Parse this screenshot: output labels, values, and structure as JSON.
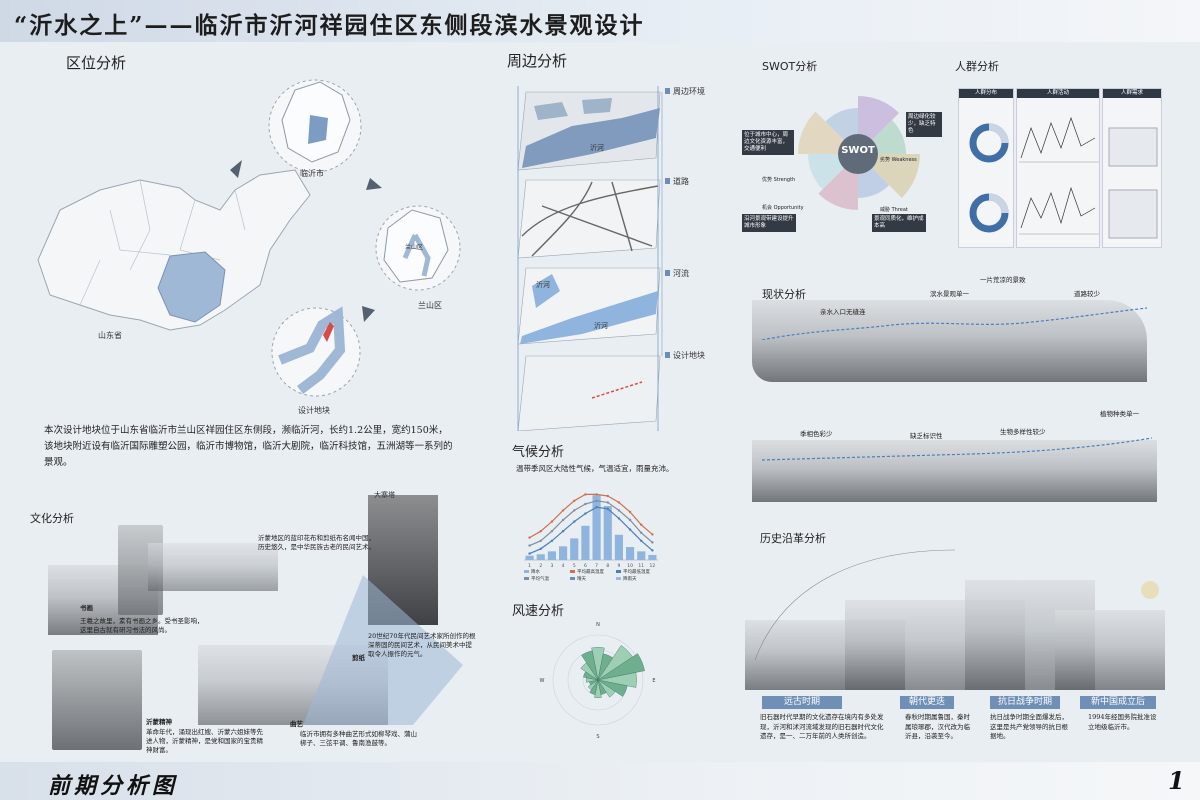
{
  "header": {
    "title": "“沂水之上”——临沂市沂河祥园住区东侧段滨水景观设计"
  },
  "footer": {
    "title": "前期分析图",
    "page": "1"
  },
  "location": {
    "heading": "区位分析",
    "labels": {
      "province": "山东省",
      "city": "临沂市",
      "district": "兰山区",
      "site": "设计地块",
      "district_inset": "兰山区"
    },
    "description": "本次设计地块位于山东省临沂市兰山区祥园住区东侧段，濒临沂河，长约1.2公里，宽约150米，该地块附近设有临沂国际雕塑公园，临沂市博物馆，临沂大剧院，临沂科技馆，五洲湖等一系列的景观。"
  },
  "surroundings": {
    "heading": "周边分析",
    "layers": [
      "周边环境",
      "道路",
      "河流",
      "设计地块"
    ],
    "map_labels": {
      "river1": "沂河",
      "river2": "沂河",
      "river3": "沂河"
    }
  },
  "climate": {
    "heading": "气候分析",
    "subtitle": "温带季风区大陆性气候，气温适宜，雨量充沛。",
    "chart_data": {
      "type": "bar",
      "categories": [
        "1",
        "2",
        "3",
        "4",
        "5",
        "6",
        "7",
        "8",
        "9",
        "10",
        "11",
        "12"
      ],
      "series": [
        {
          "name": "降水",
          "values": [
            12,
            16,
            24,
            38,
            60,
            95,
            180,
            150,
            70,
            36,
            24,
            14
          ]
        },
        {
          "name": "平均最高温度",
          "values": [
            4,
            8,
            14,
            21,
            27,
            31,
            31,
            30,
            26,
            20,
            12,
            6
          ]
        },
        {
          "name": "平均最低温度",
          "values": [
            -6,
            -3,
            2,
            8,
            14,
            19,
            23,
            22,
            16,
            9,
            2,
            -4
          ]
        },
        {
          "name": "平均气温",
          "values": [
            -1,
            2,
            8,
            15,
            21,
            25,
            27,
            26,
            21,
            15,
            7,
            1
          ]
        }
      ],
      "legend": [
        "降水",
        "平均最高温度",
        "平均最低温度",
        "平均气温",
        "晴天",
        "降雨天"
      ],
      "colors": {
        "bar": "#8fb4dd",
        "max": "#d2704d",
        "min": "#4a7fc0",
        "avg": "#7e8f9f"
      }
    }
  },
  "wind": {
    "heading": "风速分析",
    "chart_data": {
      "type": "rose",
      "directions": [
        "N",
        "NNE",
        "NE",
        "ENE",
        "E",
        "ESE",
        "SE",
        "SSE",
        "S",
        "SSW",
        "SW",
        "WSW",
        "W",
        "WNW",
        "NW",
        "NNW"
      ],
      "values": [
        22,
        18,
        28,
        32,
        26,
        20,
        14,
        10,
        12,
        10,
        8,
        6,
        8,
        10,
        14,
        20
      ]
    }
  },
  "swot": {
    "heading": "SWOT分析",
    "center": "SWOT",
    "labels": {
      "s": "优势 Strength",
      "w": "劣势 Weakness",
      "o": "机会 Opportunity",
      "t": "威胁 Threat"
    },
    "texts": {
      "s": "位于城市中心，周边文化资源丰富，交通便利",
      "w": "周边绿化较少，缺乏特色",
      "o": "沿河景观带建设提升城市形象",
      "t": "景观同质化，维护成本高"
    }
  },
  "crowd": {
    "heading": "人群分析",
    "headers": [
      "人群分布",
      "人群活动",
      "人群需求"
    ]
  },
  "status": {
    "heading": "现状分析",
    "notes_top": [
      "一片荒凉的景致",
      "道路较少",
      "滨水景观单一",
      "亲水入口无缝连"
    ],
    "notes_bottom": [
      "季相色彩少",
      "缺乏标识性",
      "生物多样性较少",
      "植物种类单一"
    ]
  },
  "culture": {
    "heading": "文化分析",
    "pagoda": "大寨塔",
    "texts": {
      "t1": "沂蒙地区的蓝印花布和剪纸布名闻中国，历史悠久，是中华民族古老的民间艺术。",
      "t2": "王羲之故里，素有书画之乡。受书圣影响，这里自古就有研习书法的风尚。",
      "t3": "20世纪70年代民间艺术家所创作的根深蒂固的民间艺术，从民间美术中提取令人振作的元气。",
      "t4": "革命年代，涌现出红嫂、沂蒙六姐妹等先进人物，沂蒙精神，是党和国家的宝贵精神财富。",
      "t5": "临沂市拥有多种曲艺形式如柳琴戏、蒲山梆子、三弦平调、鲁南渔鼓等。"
    },
    "tags": {
      "calligraphy": "书画",
      "spirit": "沂蒙精神",
      "opera": "曲艺",
      "papercut": "剪纸"
    }
  },
  "history": {
    "heading": "历史沿革分析",
    "eras": [
      {
        "name": "远古时期",
        "text": "旧石器时代早期的文化遗存在境内有多处发现，沂河和沭河流域发现的旧石器时代文化遗存，是一、二万年前的人类所创造。"
      },
      {
        "name": "朝代更迭",
        "text": "春秋时期属鲁国，秦时属琅琊郡，汉代改为临沂县，沿袭至今。"
      },
      {
        "name": "抗日战争时期",
        "text": "抗日战争时期全面爆发后，这里是共产党领导的抗日根据地。"
      },
      {
        "name": "新中国成立后",
        "text": "1994年经国务院批准设立地级临沂市。"
      }
    ]
  }
}
